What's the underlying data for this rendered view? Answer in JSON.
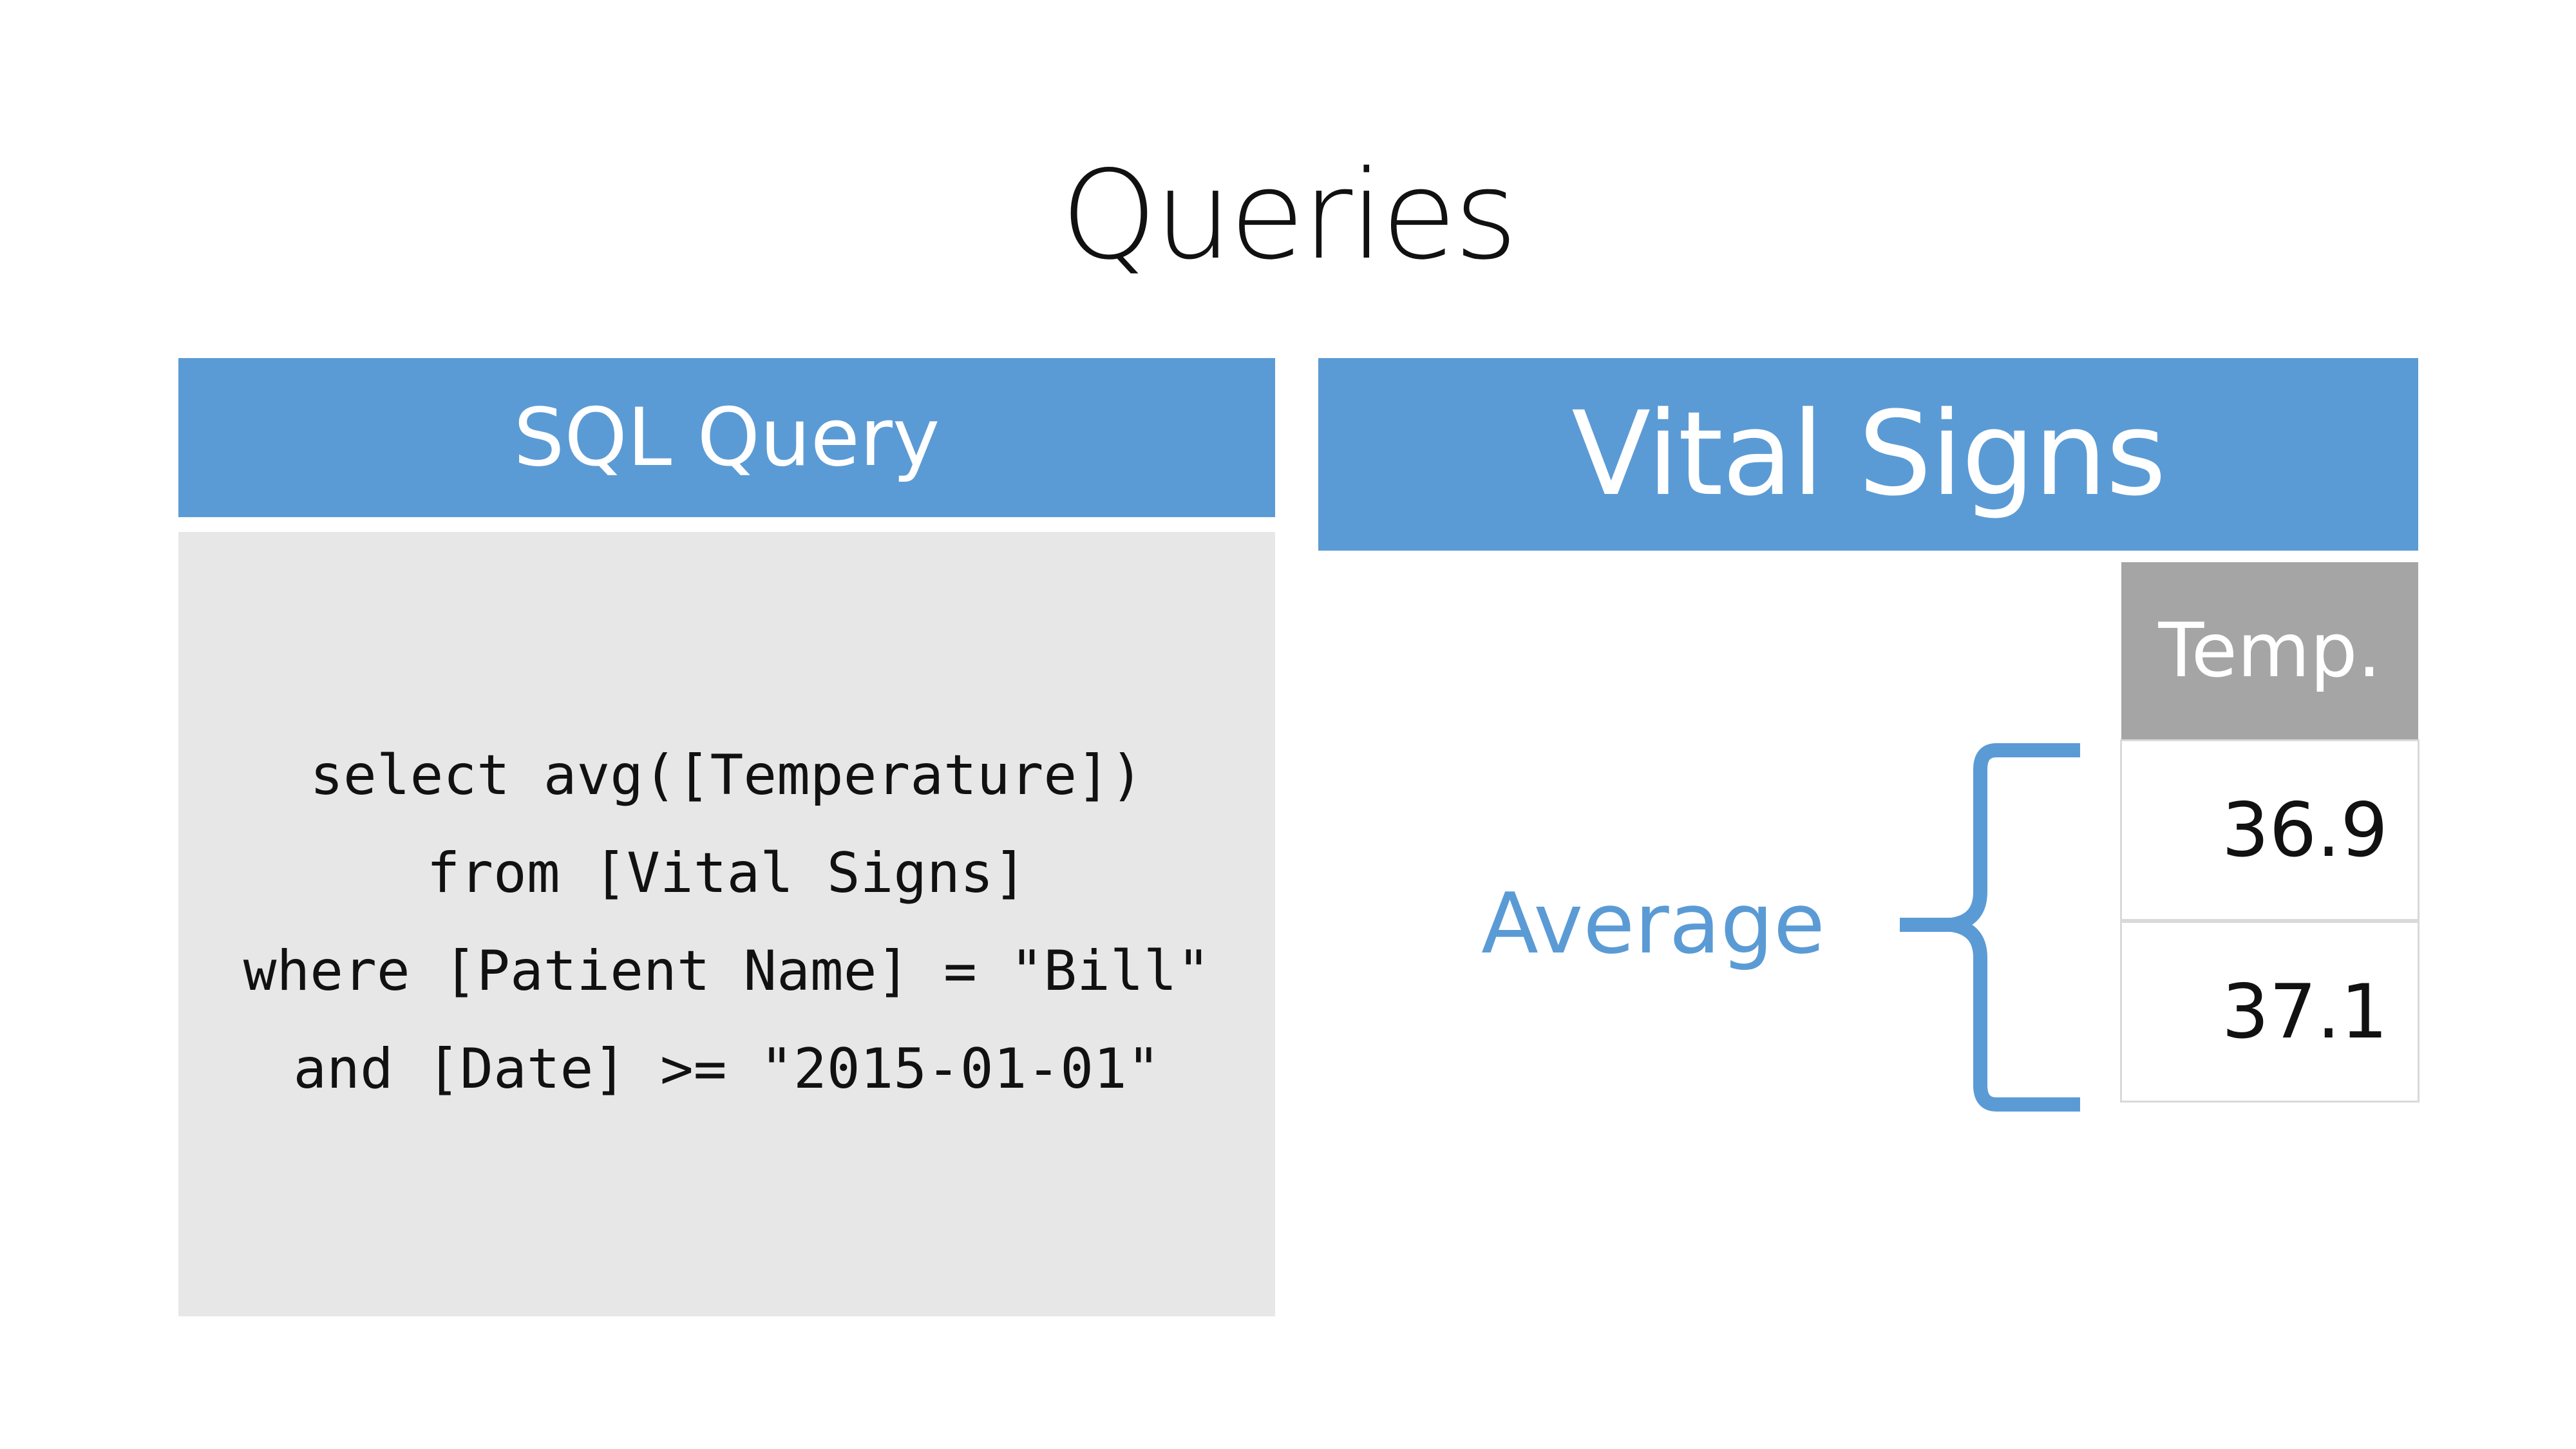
{
  "title": "Queries",
  "sql_panel": {
    "header": "SQL Query",
    "code_lines": [
      "select avg([Temperature])",
      "from [Vital Signs]",
      "where [Patient Name] = \"Bill\"",
      "and [Date] >= \"2015-01-01\""
    ]
  },
  "vital_signs_panel": {
    "header": "Vital Signs",
    "table": {
      "column_header": "Temp.",
      "values": [
        "36.9",
        "37.1"
      ]
    },
    "aggregate_label": "Average"
  },
  "colors": {
    "accent": "#5b9bd5",
    "code_background": "#e7e7e7",
    "table_header": "#a5a5a5"
  }
}
